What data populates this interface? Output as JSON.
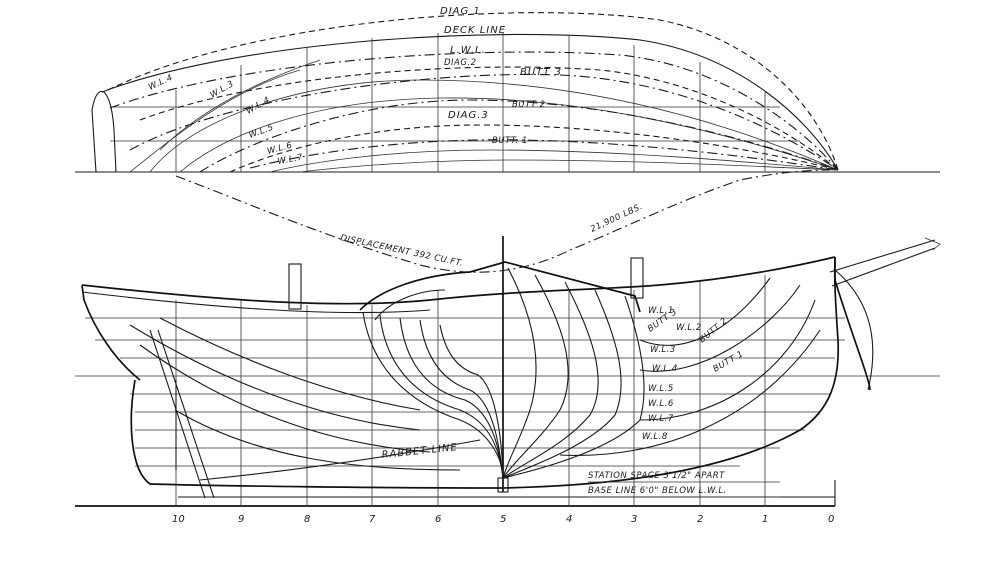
{
  "plan_labels": {
    "diag1": "DIAG 1",
    "deck_line": "DECK LINE",
    "lwl": "L.W.L.",
    "diag2": "DIAG.2",
    "butt3": "BUTT 3",
    "butt2": "BUTT 2",
    "diag3": "DIAG.3",
    "butt1": "BUTT. 1",
    "wl4": "W.L.4",
    "wl3": "W.L.3",
    "wl4b": "W.L.4",
    "wl5": "W.L.5",
    "wl6": "W.L.6",
    "wl7": "W.L.7"
  },
  "displacement": {
    "curve_label": "DISPLACEMENT 392 CU.FT.",
    "weight_label": "21,900 LBS."
  },
  "body_labels": {
    "wl1": "W.L.1",
    "wl2": "W.L.2",
    "wl3": "W.L.3",
    "wl4": "W.L.4",
    "wl5": "W.L.5",
    "wl6": "W.L.6",
    "wl7": "W.L.7",
    "wl8": "W.L.8",
    "butt3": "BUTT 3",
    "butt2": "BUTT 2",
    "butt1": "BUTT 1",
    "rabbet": "RABBET LINE"
  },
  "notes": {
    "station_space": "STATION SPACE 3'1/2\" APART",
    "base_line": "BASE LINE 6'0\" BELOW L.W.L."
  },
  "stations": [
    "10",
    "9",
    "8",
    "7",
    "6",
    "5",
    "4",
    "3",
    "2",
    "1",
    "0"
  ]
}
